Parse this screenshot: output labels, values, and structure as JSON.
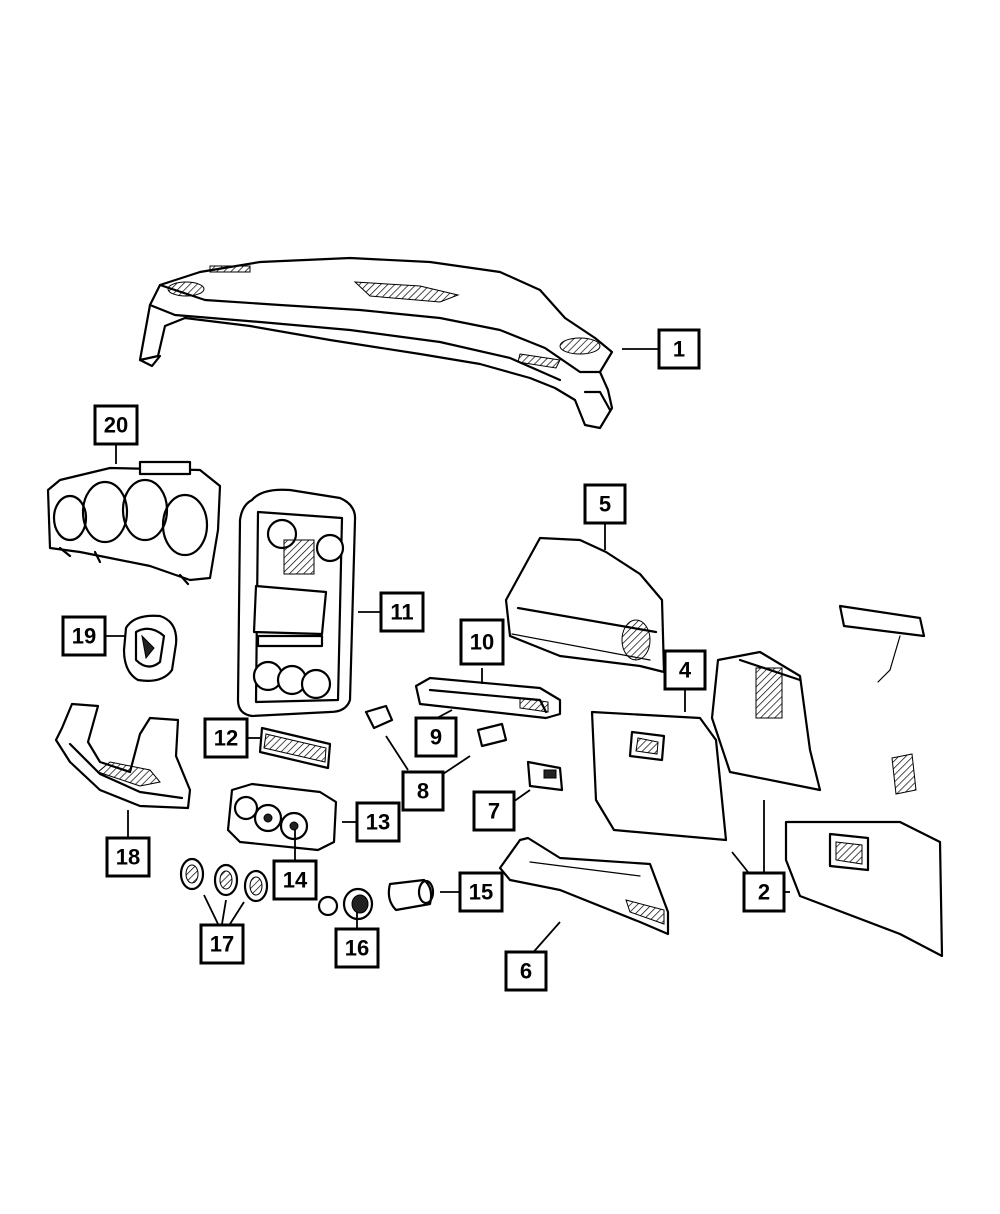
{
  "callouts": [
    {
      "id": "1",
      "label": "1"
    },
    {
      "id": "2",
      "label": "2"
    },
    {
      "id": "4",
      "label": "4"
    },
    {
      "id": "5",
      "label": "5"
    },
    {
      "id": "6",
      "label": "6"
    },
    {
      "id": "7",
      "label": "7"
    },
    {
      "id": "8",
      "label": "8"
    },
    {
      "id": "9",
      "label": "9"
    },
    {
      "id": "10",
      "label": "10"
    },
    {
      "id": "11",
      "label": "11"
    },
    {
      "id": "12",
      "label": "12"
    },
    {
      "id": "13",
      "label": "13"
    },
    {
      "id": "14",
      "label": "14"
    },
    {
      "id": "15",
      "label": "15"
    },
    {
      "id": "16",
      "label": "16"
    },
    {
      "id": "17",
      "label": "17"
    },
    {
      "id": "18",
      "label": "18"
    },
    {
      "id": "19",
      "label": "19"
    },
    {
      "id": "20",
      "label": "20"
    }
  ]
}
